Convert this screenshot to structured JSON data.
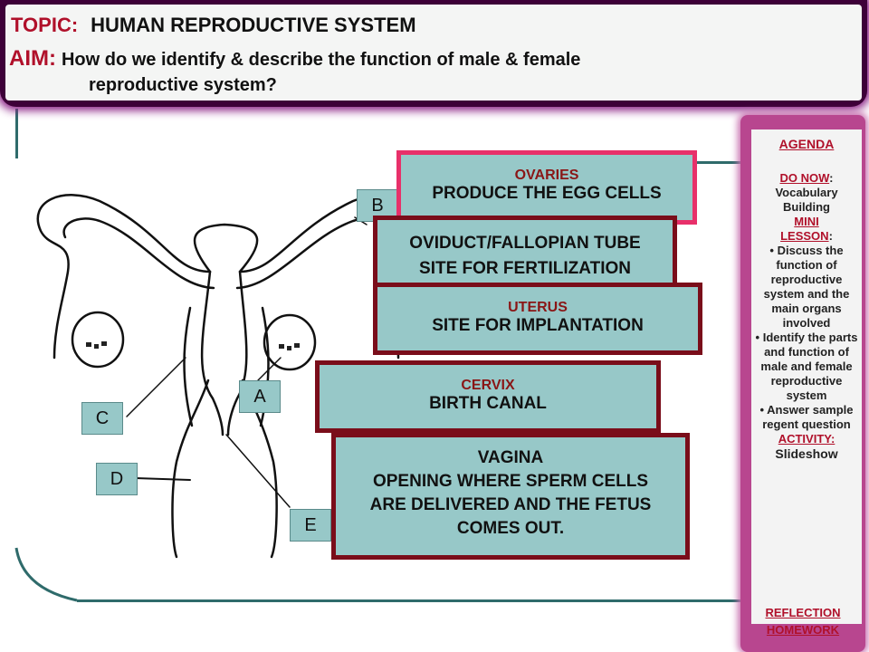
{
  "header": {
    "topic_label": "TOPIC:",
    "topic_text": "HUMAN REPRODUCTIVE SYSTEM",
    "aim_label": "AIM:",
    "aim_text_1": "How do we identify & describe the function of male & female",
    "aim_text_2": "reproductive system?"
  },
  "labels": {
    "a": "A",
    "b": "B",
    "c": "C",
    "d": "D",
    "e": "E"
  },
  "boxes": {
    "ovaries": {
      "name": "OVARIES",
      "function": "PRODUCE THE EGG CELLS"
    },
    "oviduct": {
      "name": "OVIDUCT/FALLOPIAN TUBE",
      "function": "SITE FOR FERTILIZATION"
    },
    "uterus": {
      "name": "UTERUS",
      "function": "SITE FOR IMPLANTATION"
    },
    "cervix": {
      "name": "CERVIX",
      "function": "BIRTH CANAL"
    },
    "vagina": {
      "name": "VAGINA",
      "line1": "OPENING WHERE SPERM CELLS",
      "line2": "ARE DELIVERED AND THE FETUS",
      "line3": "COMES OUT."
    }
  },
  "agenda": {
    "title": "AGENDA",
    "do_now_label": "DO NOW",
    "do_now_text": "Vocabulary Building",
    "mini_label": "MINI",
    "lesson_label": "LESSON",
    "bullet1": "• Discuss the function of reproductive system and the main organs involved",
    "bullet2": "• Identify the parts and function of male and female reproductive system",
    "bullet3": "• Answer sample regent question",
    "activity_label": "ACTIVITY:",
    "activity_text": "Slideshow",
    "reflection": "REFLECTION",
    "homework": "HOMEWORK"
  },
  "colors": {
    "box_fill": "#97c8c8",
    "box_border_dark": "#7a0d1a",
    "box_border_pink": "#e8306a",
    "accent_red": "#b0102a",
    "header_frame": "#3d0038",
    "agenda_frame": "#b8468f"
  }
}
